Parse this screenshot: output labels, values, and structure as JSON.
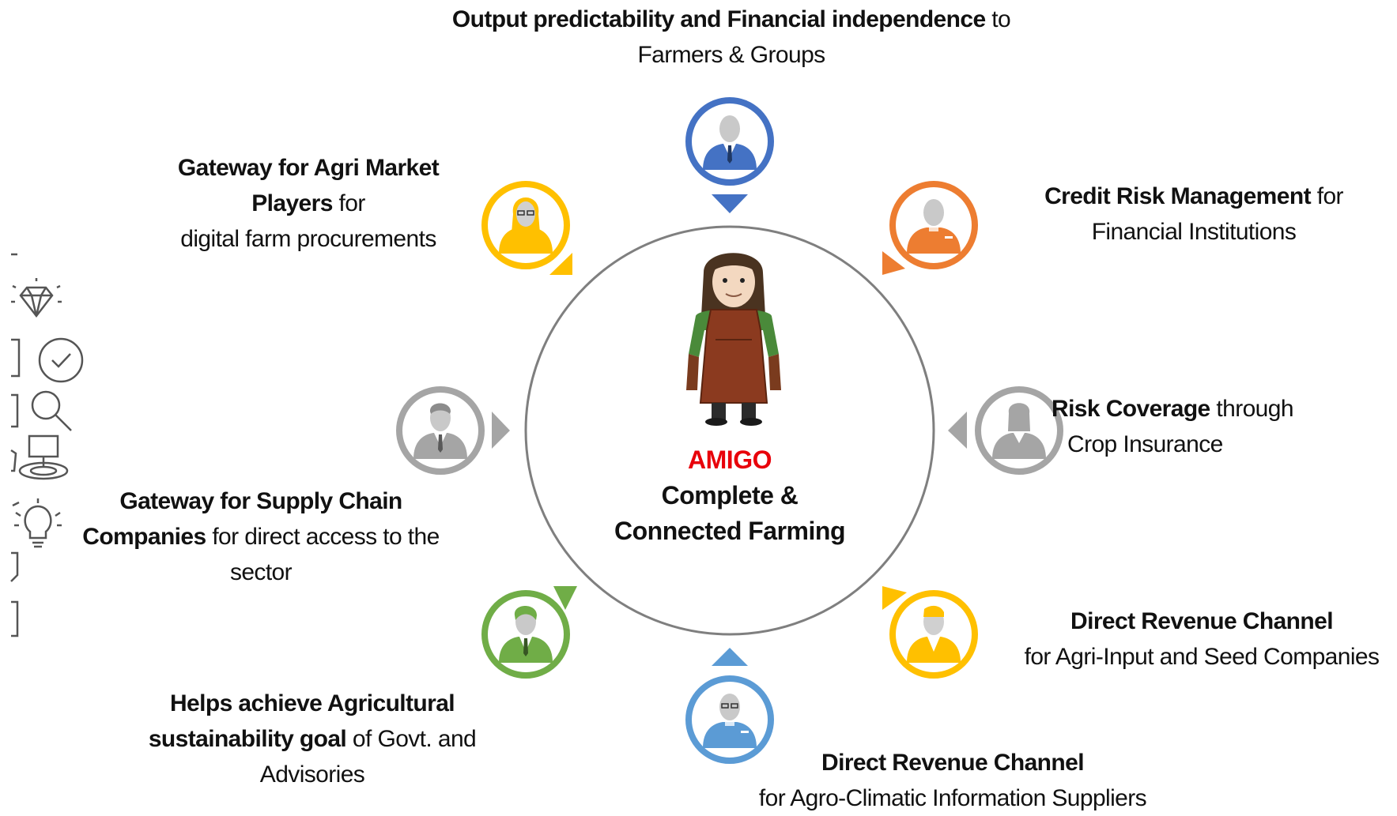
{
  "center": {
    "name": "AMIGO",
    "line1": "Complete &",
    "line2": "Connected Farming"
  },
  "stakeholders": {
    "top": {
      "bold": "Output predictability and Financial independence",
      "rest1": " to",
      "line2": "Farmers & Groups",
      "color": "#4472c4"
    },
    "top_right": {
      "bold": "Credit Risk Management",
      "rest1": " for",
      "line2": "Financial Institutions",
      "color": "#ed7d31"
    },
    "right": {
      "bold": "Risk Coverage",
      "rest1": " through",
      "line2": "Crop Insurance",
      "color": "#a5a5a5"
    },
    "bottom_right": {
      "line1": "Direct Revenue Channel",
      "line2": "for Agri-Input and Seed Companies",
      "color": "#ffc000"
    },
    "bottom": {
      "line1": "Direct Revenue Channel",
      "line2": "for Agro-Climatic Information Suppliers",
      "color": "#5b9bd5"
    },
    "bottom_left": {
      "bold1": "Helps achieve Agricultural",
      "bold2": "sustainability goal",
      "rest2": " of  Govt. and",
      "line3": "Advisories",
      "color": "#70ad47"
    },
    "left": {
      "bold1": "Gateway for Supply Chain",
      "bold2": "Companies",
      "rest2": " for direct access to the",
      "line3": "sector",
      "color": "#a5a5a5"
    },
    "top_left": {
      "bold1": "Gateway for Agri Market",
      "bold2": "Players",
      "rest2": " for",
      "line3": "digital farm procurements",
      "color": "#ffc000"
    }
  },
  "colors": {
    "circle_border": "#7f7f7f",
    "person_gray": "#b0b0b0",
    "amigo_red": "#e8000a"
  }
}
